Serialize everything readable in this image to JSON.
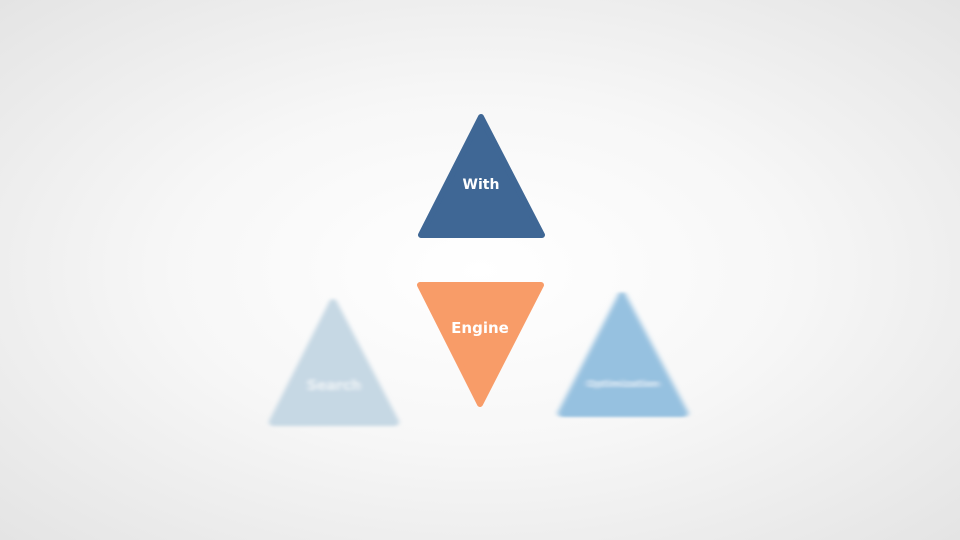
{
  "triangles": {
    "top": {
      "label": "With",
      "color": "#3f6795"
    },
    "center": {
      "label": "Engine",
      "color": "#f89c68"
    },
    "left": {
      "label": "Search",
      "color": "#c6d8e4"
    },
    "right": {
      "label": "Optimization",
      "color": "#96c1e0"
    }
  }
}
